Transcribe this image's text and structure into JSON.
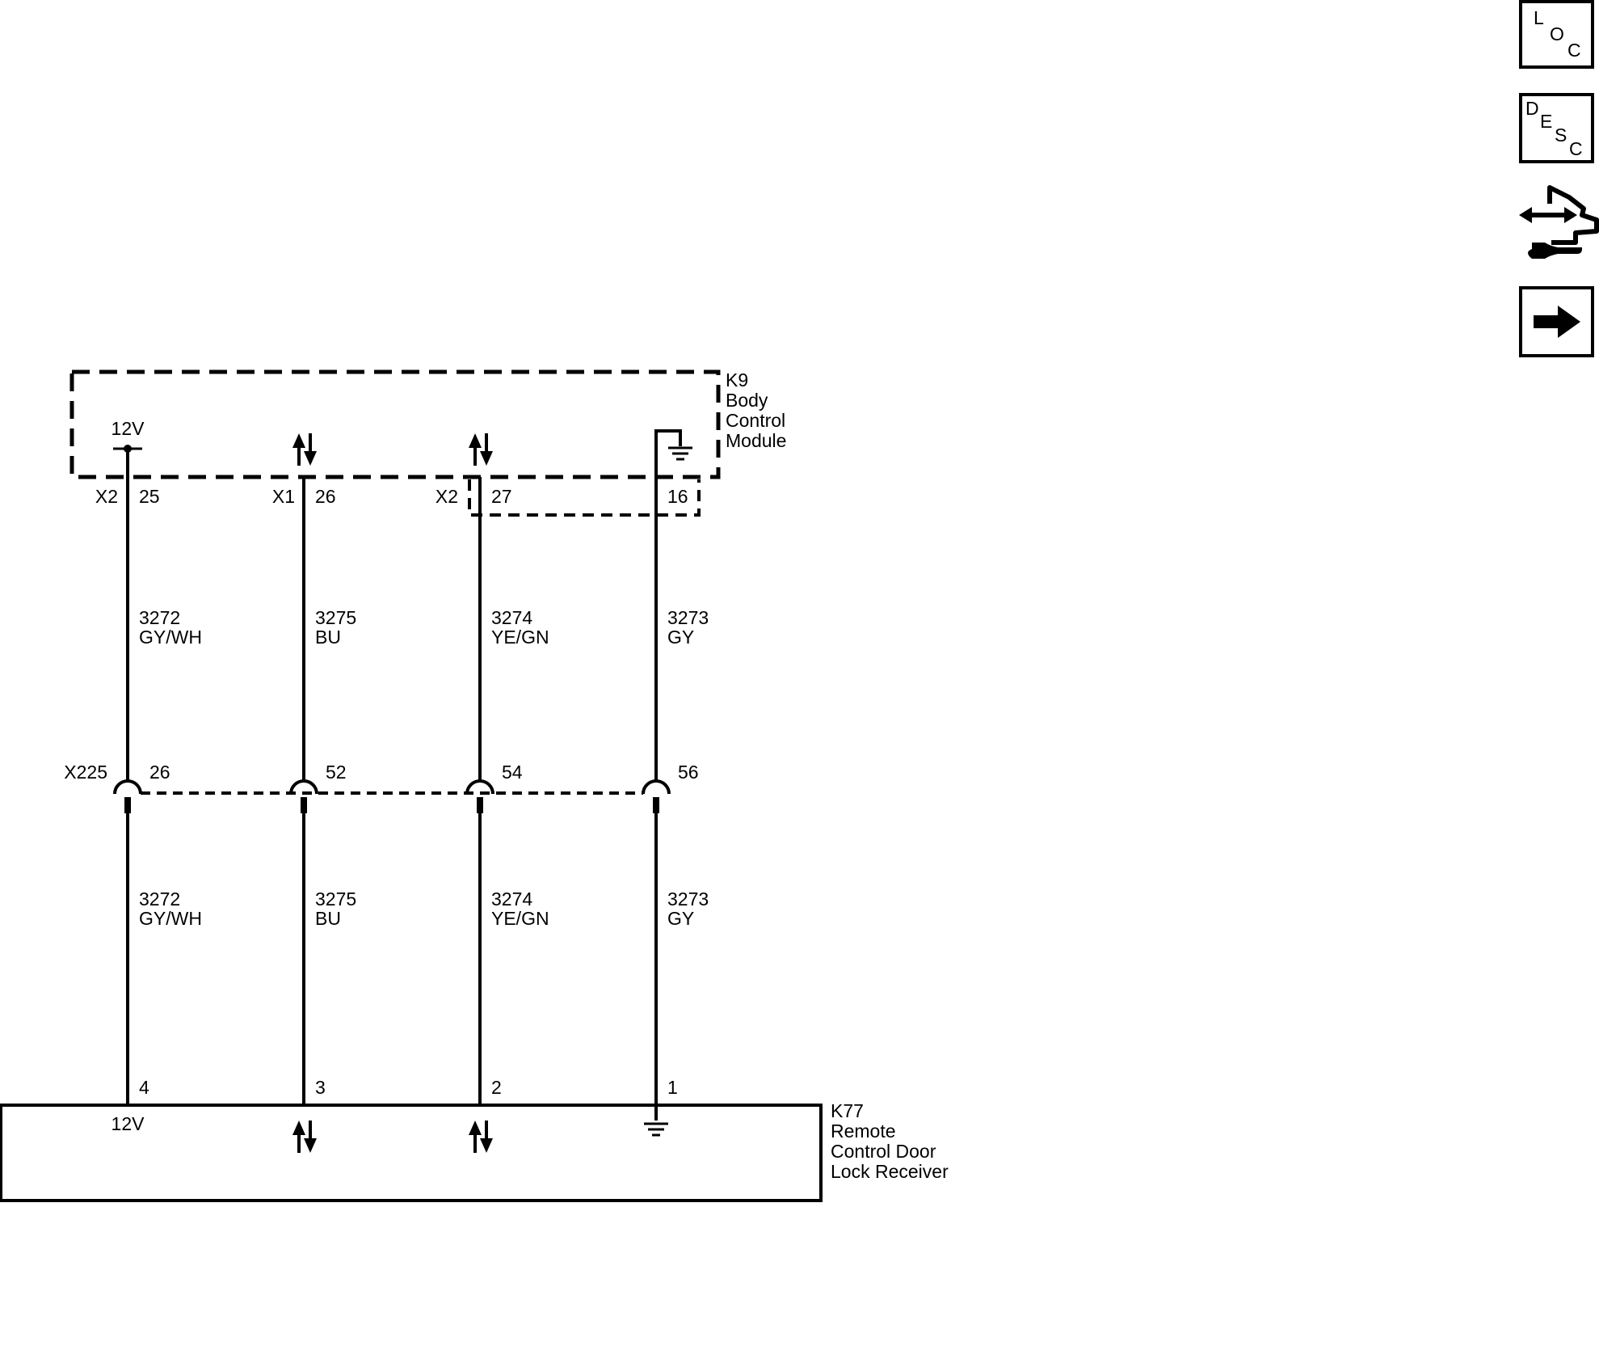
{
  "modules": {
    "k9": {
      "ref": "K9",
      "name_lines": [
        "Body",
        "Control",
        "Module"
      ]
    },
    "k77": {
      "ref": "K77",
      "name_lines": [
        "Remote",
        "Control Door",
        "Lock Receiver"
      ]
    }
  },
  "circuits": [
    {
      "bcm_connector": "X2",
      "bcm_pin": "25",
      "bcm_terminal": "12V",
      "bcm_terminal_type": "power",
      "wire_number": "3272",
      "wire_color": "GY/WH",
      "inline_pin": "26",
      "receiver_pin": "4",
      "receiver_terminal": "12V",
      "receiver_terminal_type": "power"
    },
    {
      "bcm_connector": "X1",
      "bcm_pin": "26",
      "bcm_terminal": "",
      "bcm_terminal_type": "bidirectional",
      "wire_number": "3275",
      "wire_color": "BU",
      "inline_pin": "52",
      "receiver_pin": "3",
      "receiver_terminal": "",
      "receiver_terminal_type": "bidirectional"
    },
    {
      "bcm_connector": "X2",
      "bcm_pin": "27",
      "bcm_terminal": "",
      "bcm_terminal_type": "bidirectional",
      "wire_number": "3274",
      "wire_color": "YE/GN",
      "inline_pin": "54",
      "receiver_pin": "2",
      "receiver_terminal": "",
      "receiver_terminal_type": "bidirectional"
    },
    {
      "bcm_connector": "",
      "bcm_pin": "16",
      "bcm_terminal": "",
      "bcm_terminal_type": "ground",
      "wire_number": "3273",
      "wire_color": "GY",
      "inline_pin": "56",
      "receiver_pin": "1",
      "receiver_terminal": "",
      "receiver_terminal_type": "ground"
    }
  ],
  "inline_connector": {
    "ref": "X225"
  },
  "sidebar": {
    "loc_letters": [
      "L",
      "O",
      "C"
    ],
    "desc_letters": [
      "D",
      "E",
      "S",
      "C"
    ],
    "connector_icon": "connector-pin-icon",
    "next_icon": "arrow-right-icon"
  }
}
